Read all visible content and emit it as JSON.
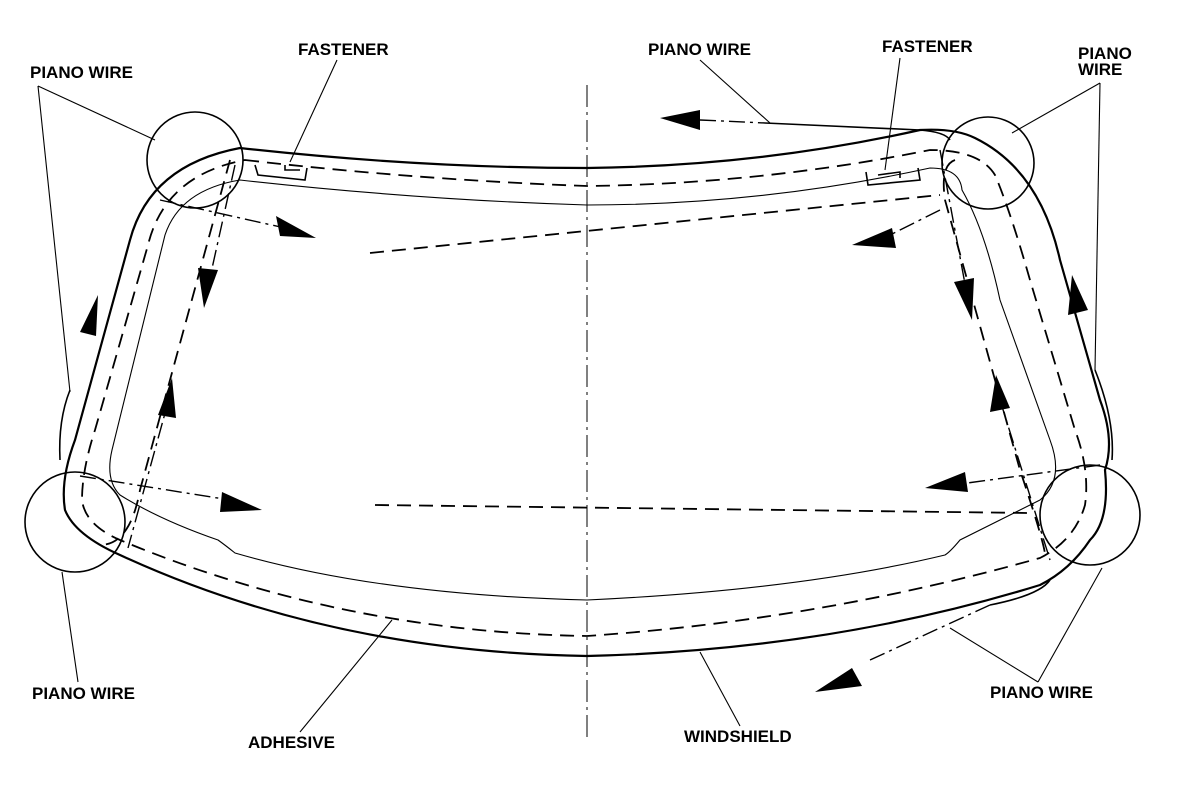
{
  "labels": {
    "piano_wire_top_left": "PIANO WIRE",
    "fastener_left": "FASTENER",
    "piano_wire_top_center": "PIANO WIRE",
    "fastener_right": "FASTENER",
    "piano_wire_top_right_line1": "PIANO",
    "piano_wire_top_right_line2": "WIRE",
    "piano_wire_bottom_left": "PIANO WIRE",
    "adhesive": "ADHESIVE",
    "windshield": "WINDSHIELD",
    "piano_wire_bottom_right": "PIANO WIRE"
  }
}
